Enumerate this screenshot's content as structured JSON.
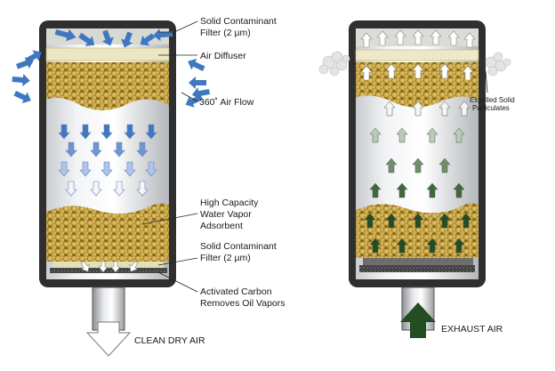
{
  "left_filter": {
    "labels": {
      "solid_filter_top_1": "Solid Contaminant",
      "solid_filter_top_2": "Filter (2 µm)",
      "air_diffuser": "Air Diffuser",
      "air_flow": "360˚ Air Flow",
      "adsorbent_1": "High Capacity",
      "adsorbent_2": "Water Vapor",
      "adsorbent_3": "Adsorbent",
      "solid_filter_bottom_1": "Solid Contaminant",
      "solid_filter_bottom_2": "Filter (2 µm)",
      "carbon_1": "Activated Carbon",
      "carbon_2": "Removes Oil Vapors",
      "outlet": "CLEAN DRY AIR"
    }
  },
  "right_filter": {
    "labels": {
      "expelled_1": "Expelled Solid",
      "expelled_2": "Particulates",
      "inlet": "EXHAUST AIR"
    }
  },
  "colors": {
    "blue_arrow": "#3f78c0",
    "green_arrow": "#234d22",
    "desiccant": "#b8942e",
    "shell": "#3a3a3a"
  }
}
